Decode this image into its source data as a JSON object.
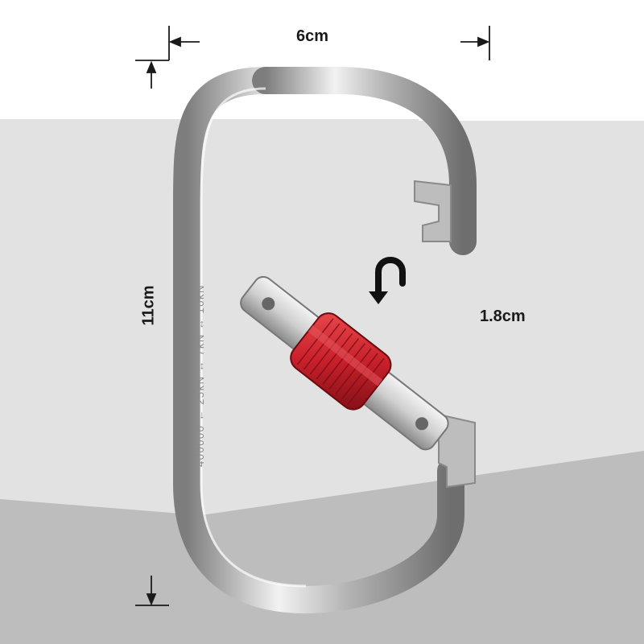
{
  "dimensions": {
    "width_label": "6cm",
    "height_label": "11cm",
    "gate_opening_label": "1.8cm"
  },
  "engraving": "400000 ← 25kN ↔ 7kN ↔ 10kN",
  "colors": {
    "background_light": "#ffffff",
    "background_gray": "#d4d4d4",
    "metal": "#c8c8c8",
    "locking_sleeve": "#c8202a",
    "text": "#1a1a1a"
  },
  "icons": [
    "rotate-arrow-icon"
  ]
}
